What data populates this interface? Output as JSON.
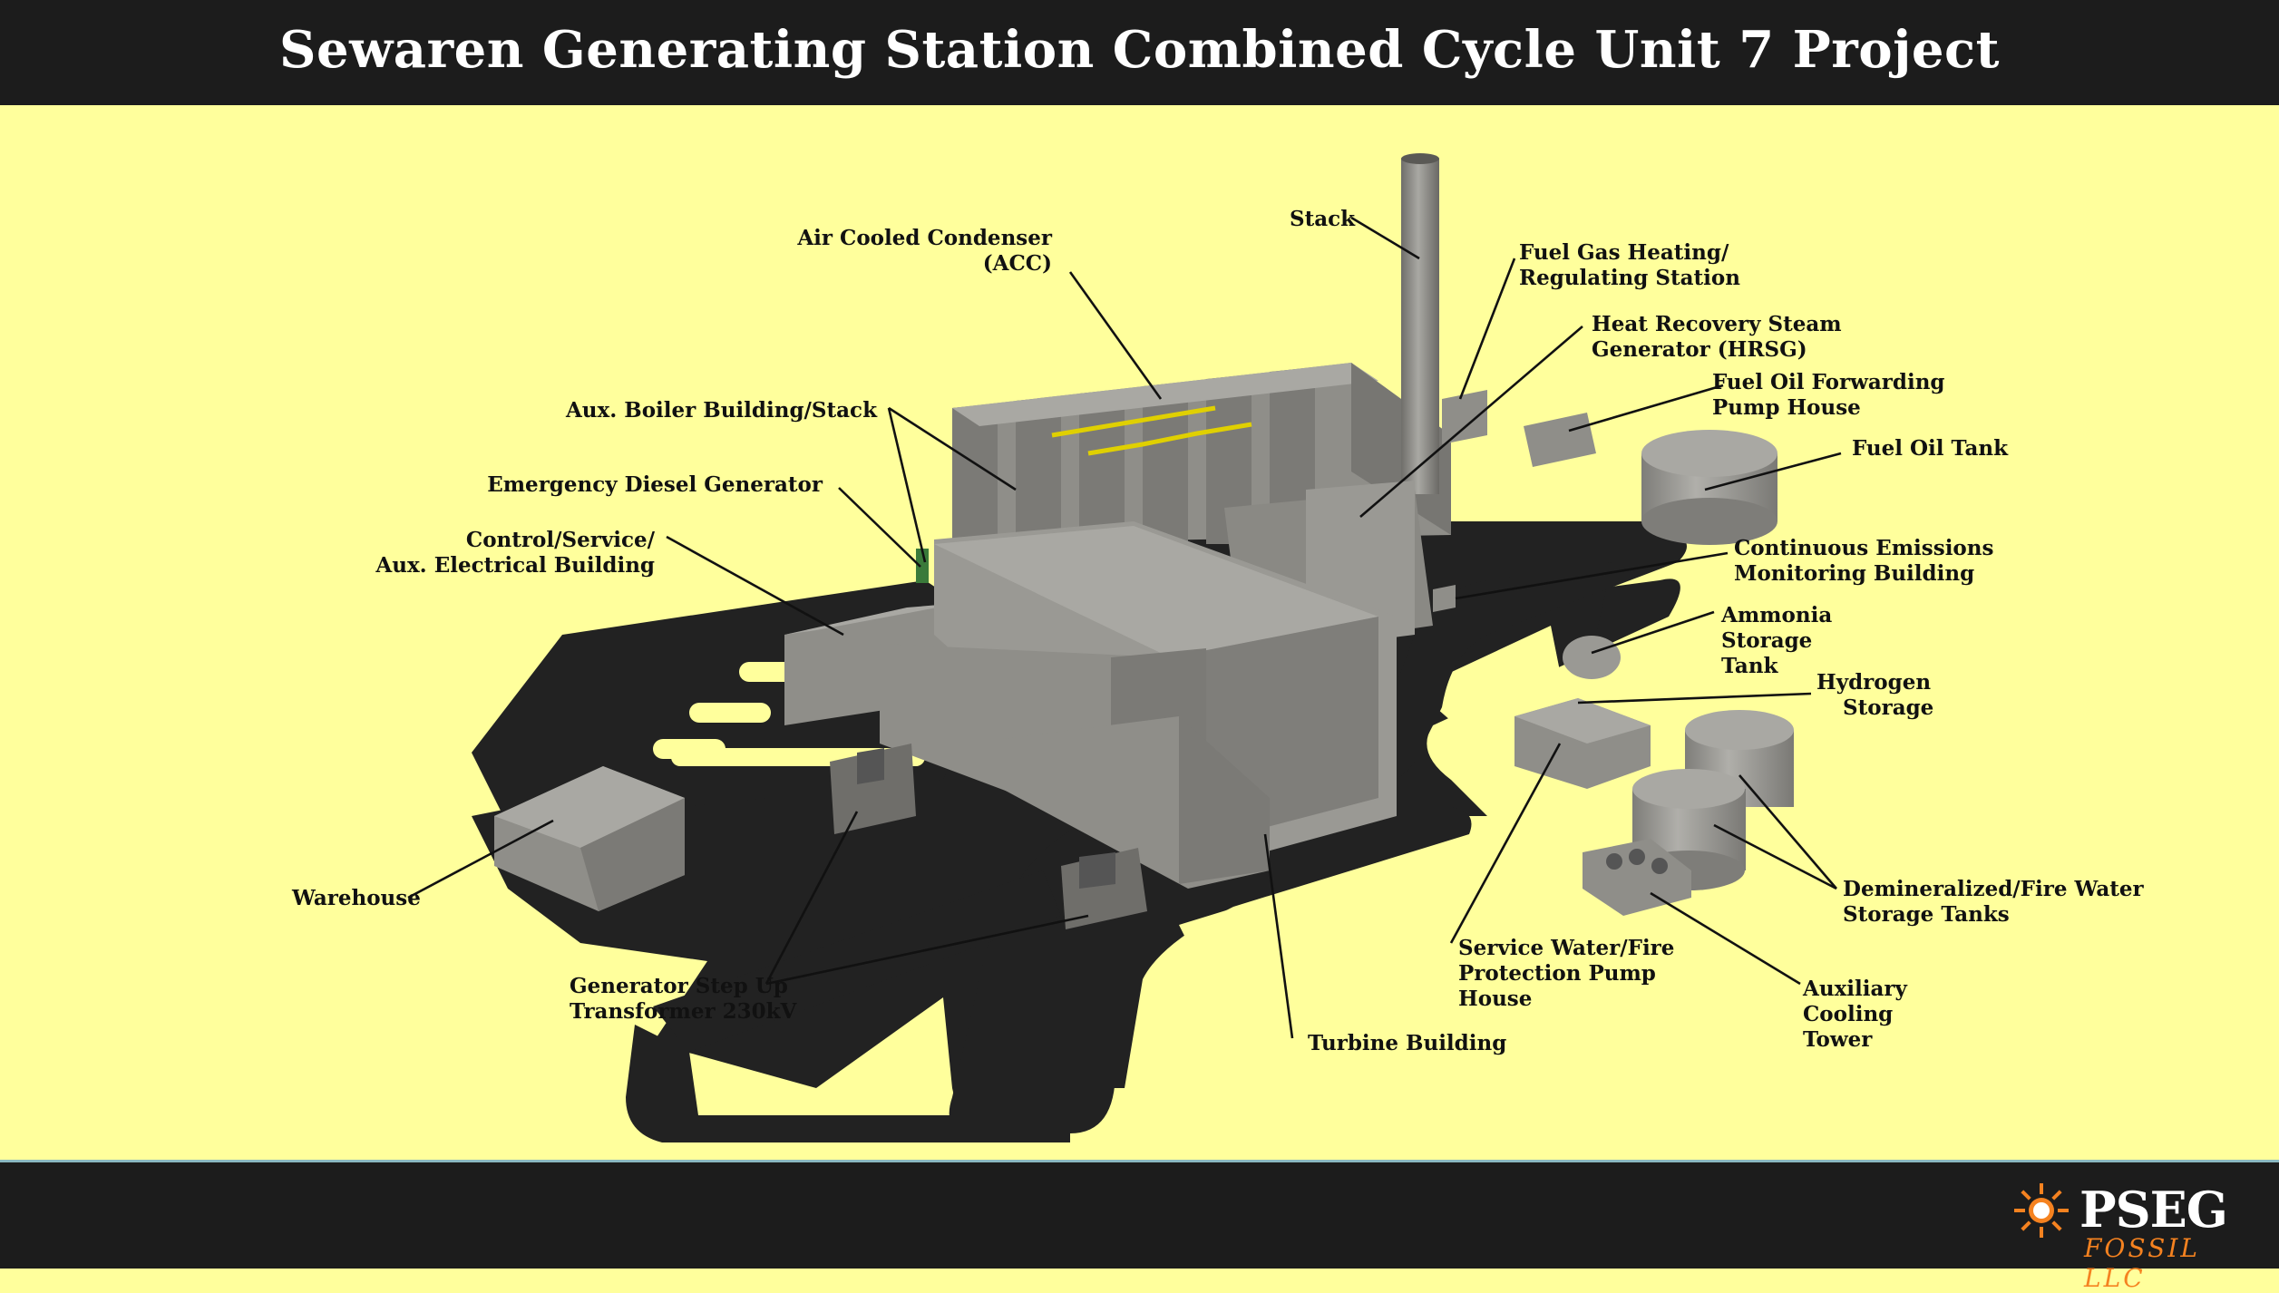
{
  "title": "Sewaren Generating Station Combined Cycle Unit 7 Project",
  "logo": {
    "word": "PSEG",
    "sub": "FOSSIL LLC"
  },
  "colors": {
    "background": "#ffff9c",
    "bars": "#1c1c1c",
    "road": "#222222",
    "building": "#8f8e89",
    "accent": "#f58220"
  },
  "labels": {
    "stack": "Stack",
    "acc_1": "Air Cooled Condenser",
    "acc_2": "(ACC)",
    "fuel_gas_1": "Fuel Gas Heating/",
    "fuel_gas_2": "Regulating Station",
    "hrsg_1": "Heat Recovery Steam",
    "hrsg_2": "Generator (HRSG)",
    "fuel_oil_fwd_1": "Fuel Oil Forwarding",
    "fuel_oil_fwd_2": "Pump House",
    "fuel_oil_tank": "Fuel Oil Tank",
    "aux_boiler": "Aux. Boiler Building/Stack",
    "diesel": "Emergency Diesel Generator",
    "control_1": "Control/Service/",
    "control_2": "Aux. Electrical Building",
    "cems_1": "Continuous Emissions",
    "cems_2": "Monitoring Building",
    "ammonia_1": "Ammonia",
    "ammonia_2": "Storage",
    "ammonia_3": "Tank",
    "hydrogen_1": "Hydrogen",
    "hydrogen_2": "Storage",
    "warehouse": "Warehouse",
    "demin_1": "Demineralized/Fire Water",
    "demin_2": "Storage Tanks",
    "service_1": "Service Water/Fire",
    "service_2": "Protection  Pump",
    "service_3": "House",
    "gsu_1": "Generator Step Up",
    "gsu_2": "Transformer 230kV",
    "aux_cool_1": "Auxiliary",
    "aux_cool_2": "Cooling",
    "aux_cool_3": "Tower",
    "turbine": "Turbine Building"
  }
}
